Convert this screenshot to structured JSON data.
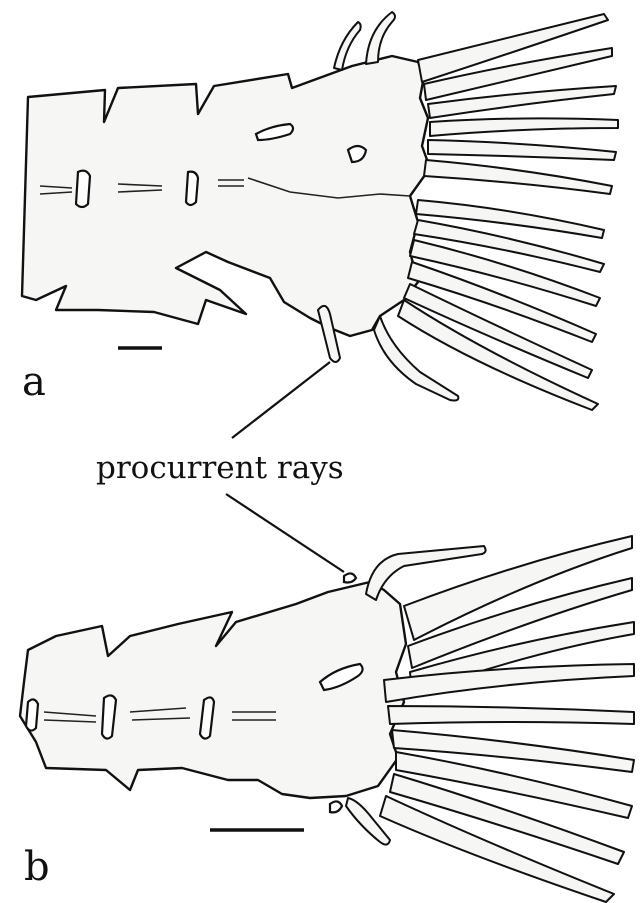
{
  "figure": {
    "panels": [
      {
        "letter": "a"
      },
      {
        "letter": "b"
      }
    ],
    "callout": {
      "text": "procurrent rays"
    }
  }
}
